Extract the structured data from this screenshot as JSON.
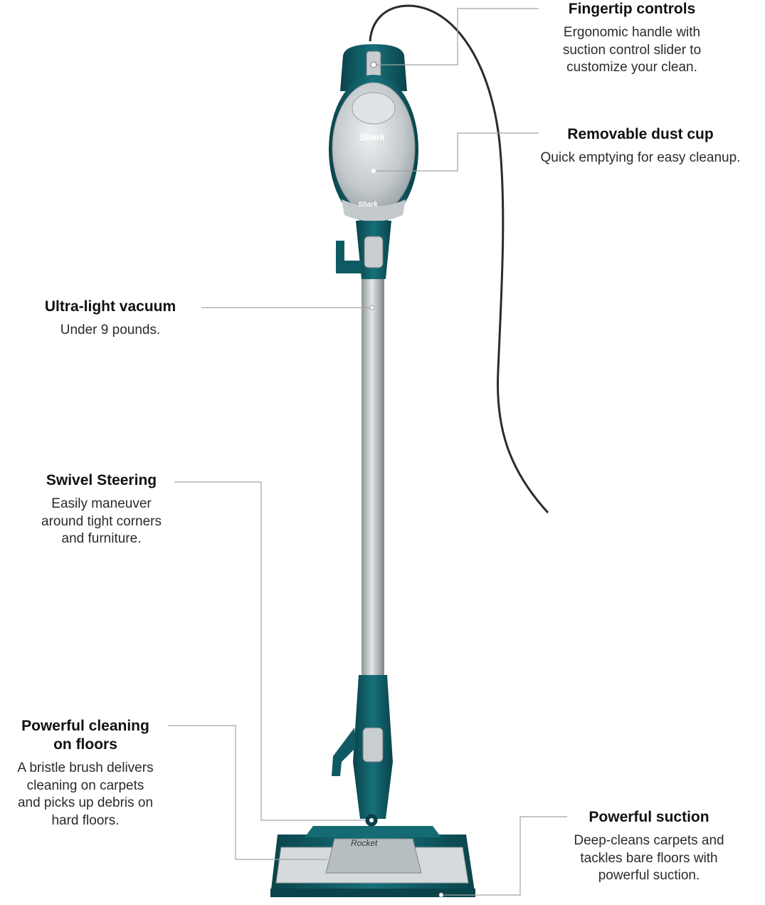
{
  "callouts": {
    "fingertip": {
      "title": "Fingertip controls",
      "lines": [
        "Ergonomic handle with",
        "suction control slider to",
        "customize your clean."
      ]
    },
    "dustcup": {
      "title": "Removable dust cup",
      "lines": [
        "Quick emptying for easy cleanup."
      ]
    },
    "ultralight": {
      "title": "Ultra-light vacuum",
      "lines": [
        "Under 9 pounds."
      ]
    },
    "swivel": {
      "title": "Swivel Steering",
      "lines": [
        "Easily maneuver",
        "around tight corners",
        "and furniture."
      ]
    },
    "cleaning": {
      "title_lines": [
        "Powerful cleaning",
        "on floors"
      ],
      "lines": [
        "A bristle brush delivers",
        "cleaning on carpets",
        "and picks up debris on",
        "hard floors."
      ]
    },
    "suction": {
      "title": "Powerful suction",
      "lines": [
        "Deep-cleans carpets and",
        "tackles bare floors with",
        "powerful suction."
      ]
    }
  },
  "product": {
    "brand_top": "Shark",
    "brand_bottom": "Shark",
    "head_label": "Rocket"
  },
  "colors": {
    "teal": "#0f5a62",
    "teal_dark": "#0a434a",
    "silver": "#b8bec2",
    "leader": "#9a9a9a"
  }
}
